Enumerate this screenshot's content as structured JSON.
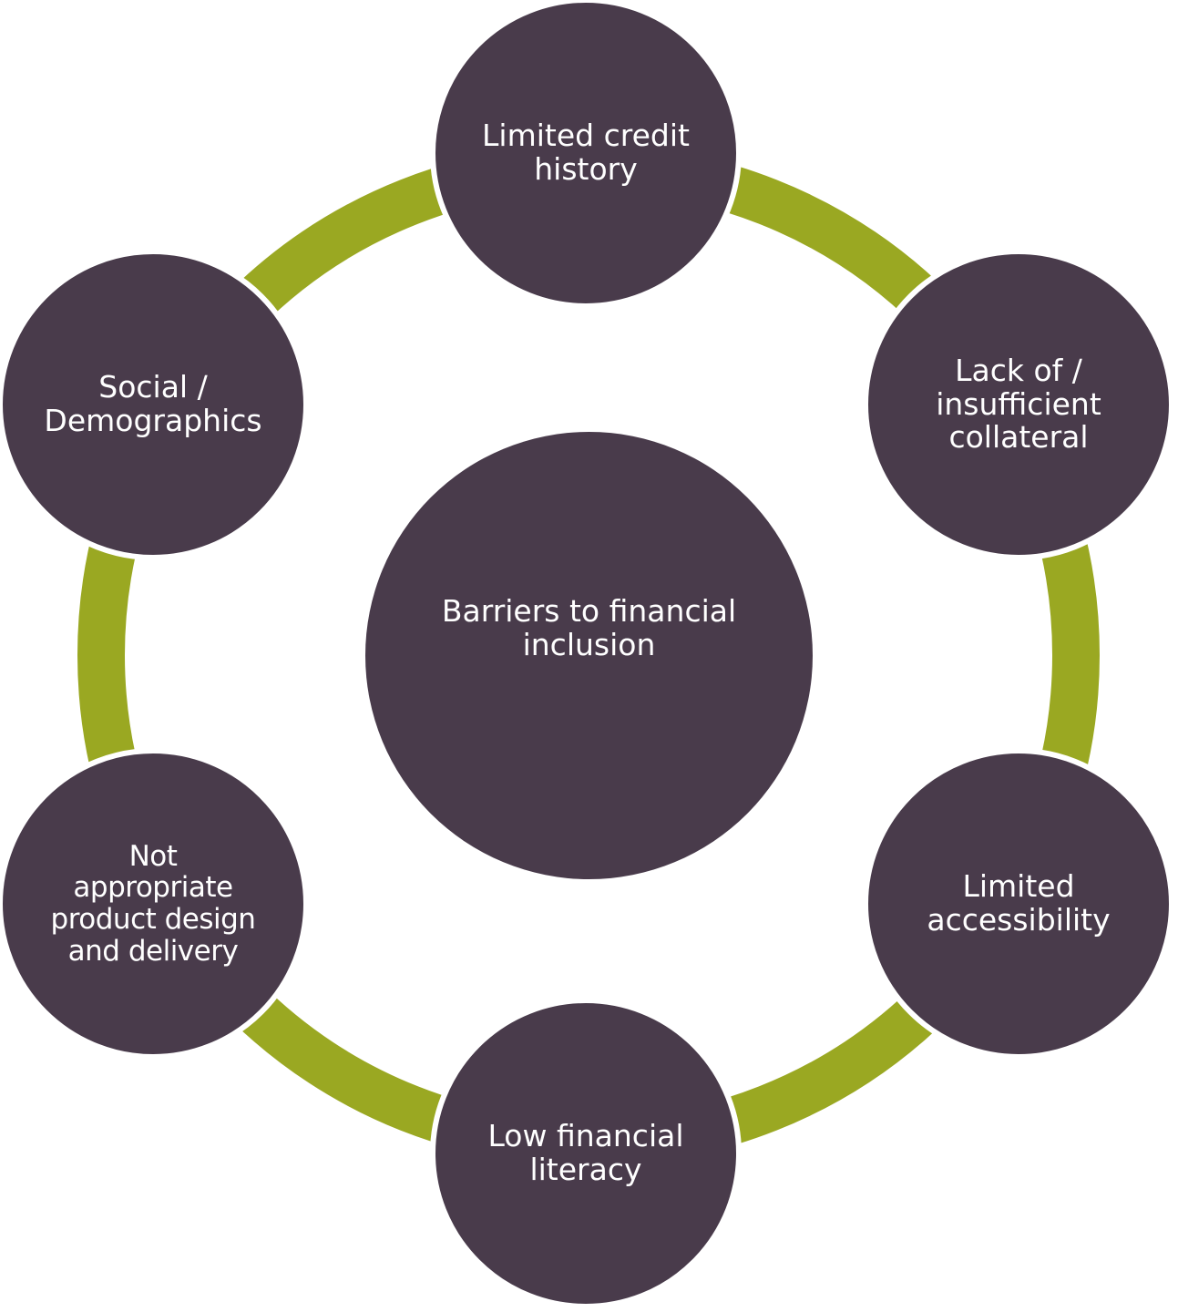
{
  "colors": {
    "node_fill": "#493b4b",
    "ring": "#9aa822",
    "text": "#ffffff",
    "background": "#ffffff"
  },
  "center": {
    "label": "Barriers to financial\ninclusion"
  },
  "nodes": [
    {
      "id": "limited-credit-history",
      "label": "Limited credit\nhistory"
    },
    {
      "id": "insufficient-collateral",
      "label": "Lack of /\ninsufficient\ncollateral"
    },
    {
      "id": "limited-accessibility",
      "label": "Limited\naccessibility"
    },
    {
      "id": "low-financial-literacy",
      "label": "Low financial\nliteracy"
    },
    {
      "id": "product-design-delivery",
      "label": "Not\nappropriate\nproduct design\nand delivery"
    },
    {
      "id": "social-demographics",
      "label": "Social /\nDemographics"
    }
  ]
}
